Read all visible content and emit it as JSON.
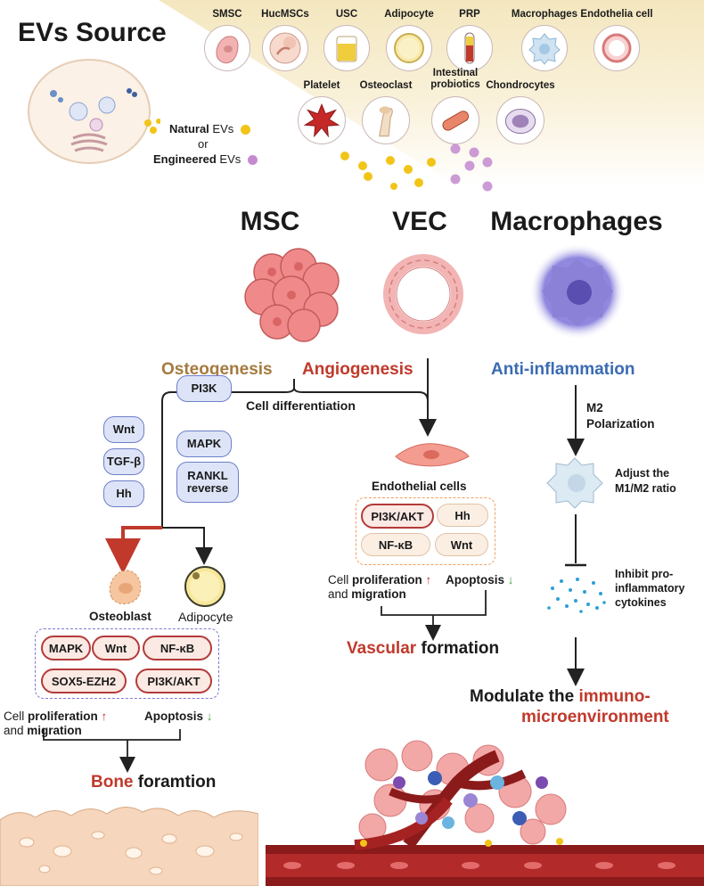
{
  "title": "EVs Source",
  "sources": [
    {
      "label": "SMSC",
      "icon": "smsc-cell-icon"
    },
    {
      "label": "HucMSCs",
      "icon": "umbilical-fetus-icon"
    },
    {
      "label": "USC",
      "icon": "urine-cup-icon"
    },
    {
      "label": "Adipocyte",
      "icon": "adipocyte-icon"
    },
    {
      "label": "PRP",
      "icon": "blood-tube-icon"
    },
    {
      "label": "Macrophages",
      "icon": "macrophage-icon"
    },
    {
      "label": "Endothelia cell",
      "icon": "endothelial-cell-icon"
    },
    {
      "label": "Platelet",
      "icon": "platelet-icon"
    },
    {
      "label": "Osteoclast",
      "icon": "osteoclast-icon"
    },
    {
      "label": "Intestinal probiotics",
      "label_line1": "Intestinal",
      "label_line2": "probiotics",
      "icon": "probiotic-bacteria-icon"
    },
    {
      "label": "Chondrocytes",
      "icon": "chondrocyte-icon"
    }
  ],
  "legend": {
    "natural_bold": "Natural",
    "natural_rest": " EVs",
    "or": "or",
    "engineered_bold": "Engineered",
    "engineered_rest": " EVs"
  },
  "targets": {
    "msc": "MSC",
    "vec": "VEC",
    "macrophages": "Macrophages"
  },
  "processes": {
    "osteogenesis": "Osteogenesis",
    "angiogenesis": "Angiogenesis",
    "anti_inflammation": "Anti-inflammation",
    "cell_differentiation": "Cell  differentiation"
  },
  "left_pathways": [
    "Wnt",
    "TGF-β",
    "Hh"
  ],
  "mid_pathways": [
    "PI3K",
    "MAPK",
    "RANKL reverse"
  ],
  "osteo": {
    "osteoblast": "Osteoblast",
    "adipocyte": "Adipocyte",
    "pathways": [
      "MAPK",
      "Wnt",
      "NF-κB",
      "SOX5-EZH2",
      "PI3K/AKT"
    ],
    "cell_prefix": "Cell ",
    "proliferation": "proliferation",
    "and": "and ",
    "migration": "migration",
    "apoptosis": "Apoptosis",
    "outcome_red": "Bone",
    "outcome_rest": " foramtion"
  },
  "vec_branch": {
    "endothelial": "Endothelial cells",
    "pathways": [
      "PI3K/AKT",
      "Hh",
      "NF-κB",
      "Wnt"
    ],
    "cell_prefix": "Cell ",
    "proliferation": "proliferation",
    "and": "and ",
    "migration": "migration",
    "apoptosis": "Apoptosis",
    "outcome_red": "Vascular",
    "outcome_rest": " formation"
  },
  "macro_branch": {
    "m2_line1": "M2",
    "m2_line2": "Polarization",
    "adjust_line1": "Adjust the",
    "adjust_line2": "M1/M2 ratio",
    "inhibit_line1": "Inhibit pro-",
    "inhibit_line2": "inflammatory",
    "inhibit_line3": "cytokines",
    "outcome_line1_black": "Modulate the ",
    "outcome_line1_red": "immuno-",
    "outcome_line2_red": "microenvironment"
  },
  "colors": {
    "red": "#c0392b",
    "gold": "#a57a3e",
    "blue": "#3a6bb3",
    "natural_ev": "#f2c418",
    "engineered_ev": "#c48ad0"
  }
}
